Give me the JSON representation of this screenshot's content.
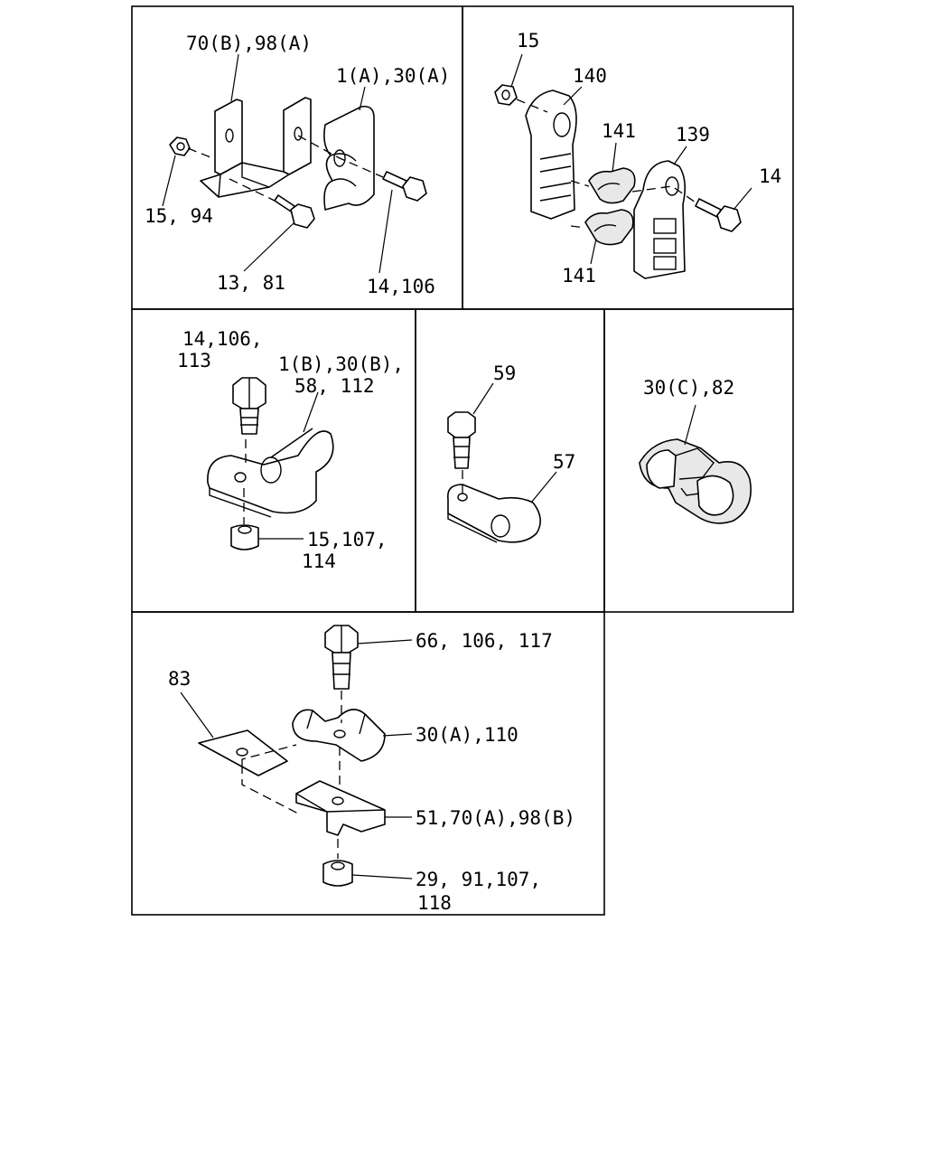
{
  "labels": {
    "p1_bracket": "70(B),98(A)",
    "p1_clip": "1(A),30(A)",
    "p1_nut": "15, 94",
    "p1_bolt_a": "13, 81",
    "p1_bolt_b": "14,106",
    "p2_nut": "15",
    "p2_clamp_left": "140",
    "p2_clip_upper": "141",
    "p2_clamp_right": "139",
    "p2_bolt": "14",
    "p2_clip_lower": "141",
    "p3_bolt_line1": "14,106,",
    "p3_bolt_line2": "113",
    "p3_clip_line1": "1(B),30(B),",
    "p3_clip_line2": "58, 112",
    "p3_nut_line1": "15,107,",
    "p3_nut_line2": "114",
    "p4_bolt": "59",
    "p4_clip": "57",
    "p5_clip": "30(C),82",
    "p6_bolt": "66, 106, 117",
    "p6_plate": "83",
    "p6_clip": "30(A),110",
    "p6_bracket": "51,70(A),98(B)",
    "p6_nut_line1": "29, 91,107,",
    "p6_nut_line2": "118"
  }
}
